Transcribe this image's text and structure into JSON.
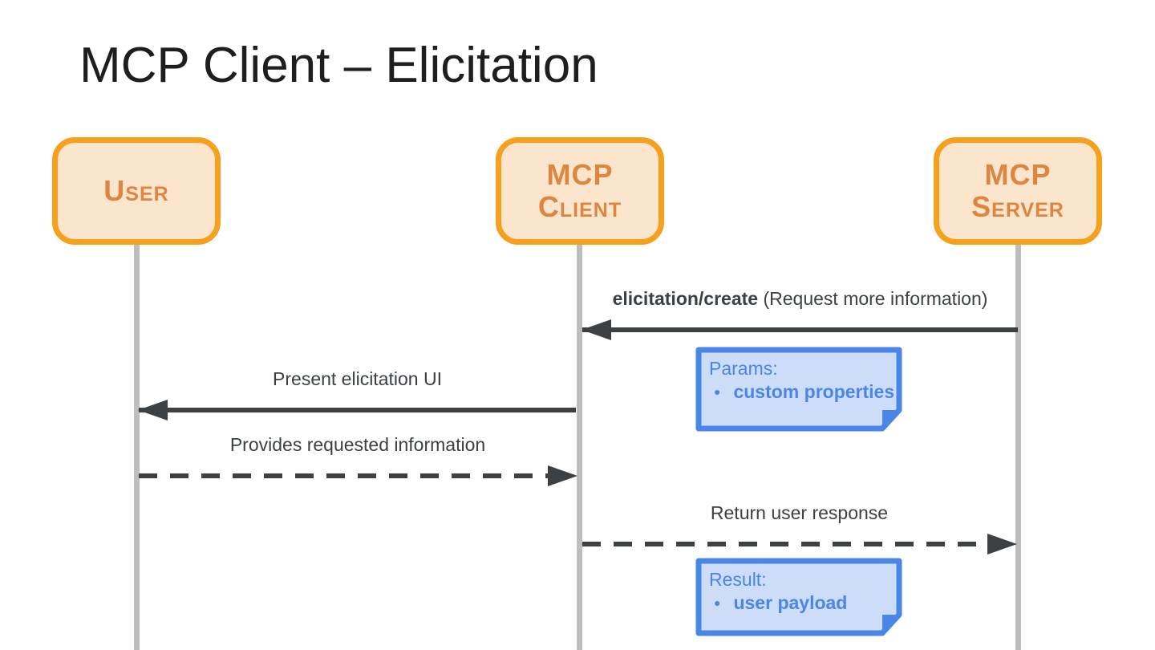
{
  "title": "MCP Client – Elicitation",
  "colors": {
    "actor_border": "#F5A11D",
    "actor_fill": "#FBE5CC",
    "actor_text": "#DE8540",
    "lifeline": "#BDBDBD",
    "arrow": "#3C4043",
    "note_border": "#4A86E8",
    "note_fill": "#CEDDF7",
    "note_text": "#4A86E8",
    "title_text": "#1E1E1E"
  },
  "actors": [
    {
      "id": "user",
      "line1": "User",
      "line2": ""
    },
    {
      "id": "mcp-client",
      "line1": "MCP",
      "line2": "Client"
    },
    {
      "id": "mcp-server",
      "line1": "MCP",
      "line2": "Server"
    }
  ],
  "messages": [
    {
      "label_bold": "elicitation/create",
      "label_rest": " (Request more information)",
      "from": "mcp-server",
      "to": "mcp-client",
      "style": "solid"
    },
    {
      "label": "Present elicitation UI",
      "from": "mcp-client",
      "to": "user",
      "style": "solid"
    },
    {
      "label": "Provides requested information",
      "from": "user",
      "to": "mcp-client",
      "style": "dashed"
    },
    {
      "label": "Return user response",
      "from": "mcp-client",
      "to": "mcp-server",
      "style": "dashed"
    }
  ],
  "notes": [
    {
      "title": "Params:",
      "bullet_glyph": "●",
      "bullet": "custom properties",
      "attached_to": "elicitation/create"
    },
    {
      "title": "Result:",
      "bullet_glyph": "●",
      "bullet": "user payload",
      "attached_to": "Return user response"
    }
  ]
}
